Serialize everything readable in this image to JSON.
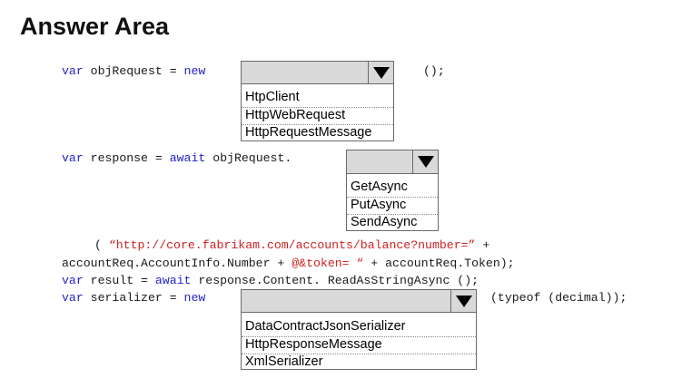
{
  "title": "Answer Area",
  "lines": {
    "l1_kw1": "var",
    "l1_mid": " objRequest = ",
    "l1_kw2": "new",
    "l1_tail": "();",
    "l2_kw1": "var",
    "l2_mid": " response = ",
    "l2_kw2": "await",
    "l2_tail": " objRequest.",
    "l3_open": "( ",
    "l3_str": "“http://core.fabrikam.com/accounts/balance?number=”",
    "l3_tail": " +",
    "l4_a": "accountReq.AccountInfo.Number + ",
    "l4_str": "@&token= “",
    "l4_b": " + accountReq.Token);",
    "l5_kw1": "var",
    "l5_mid": " result = ",
    "l5_kw2": "await",
    "l5_tail": " response.Content. ReadAsStringAsync ();",
    "l6_kw1": "var",
    "l6_mid": " serializer = ",
    "l6_kw2": "new",
    "l6_tail": "(typeof (decimal));"
  },
  "dropdowns": {
    "client": {
      "icon": "chevron-down-icon",
      "options": [
        "HtpClient",
        "HttpWebRequest",
        "HttpRequestMessage"
      ]
    },
    "method": {
      "icon": "chevron-down-icon",
      "options": [
        "GetAsync",
        "PutAsync",
        "SendAsync"
      ]
    },
    "serializer": {
      "icon": "chevron-down-icon",
      "options": [
        "DataContractJsonSerializer",
        "HttpResponseMessage",
        "XmlSerializer"
      ]
    }
  },
  "colors": {
    "keyword": "#2222cc",
    "string": "#cc2222",
    "dropdown_header": "#d9d9d9"
  }
}
